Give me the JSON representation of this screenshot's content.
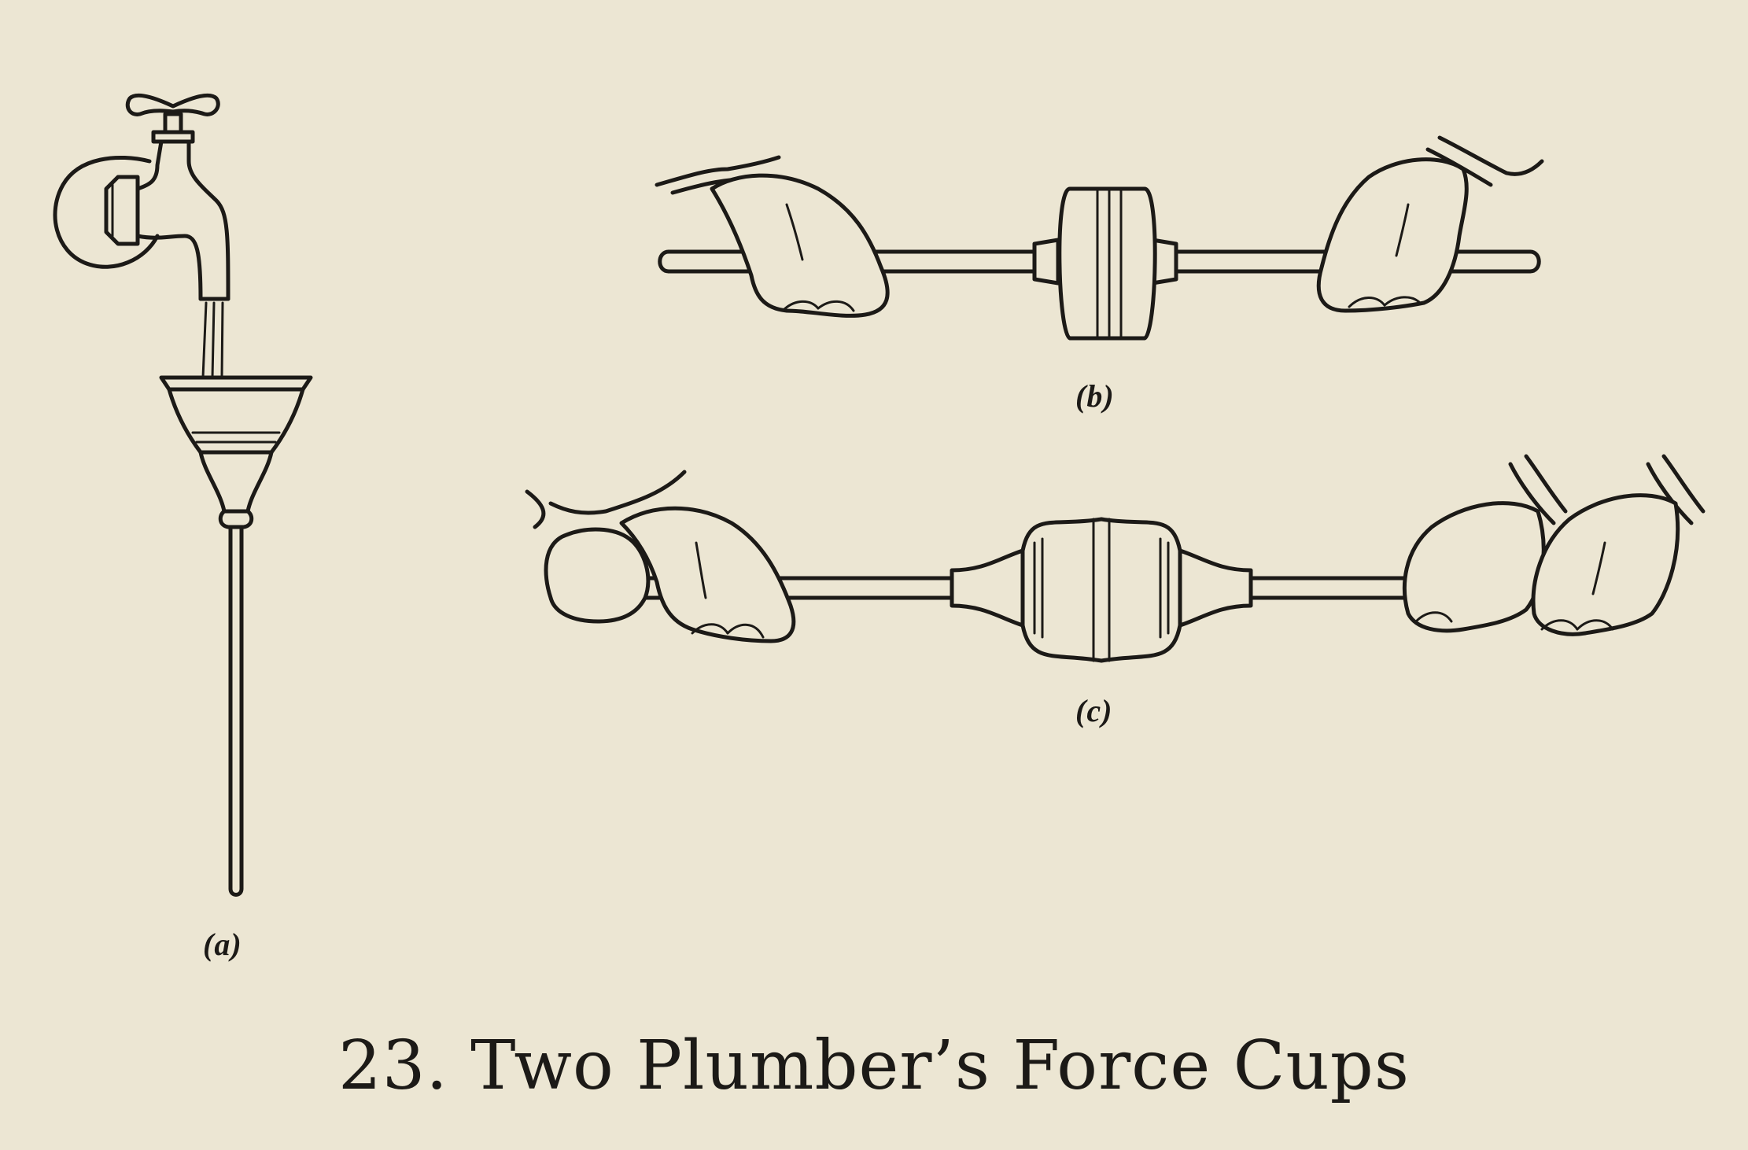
{
  "figure": {
    "caption": "23. Two Plumber’s Force Cups",
    "labels": {
      "a": "(a)",
      "b": "(b)",
      "c": "(c)"
    }
  },
  "icons": [
    "faucet-icon",
    "funnel-icon",
    "hand-icon",
    "force-cup-icon"
  ]
}
